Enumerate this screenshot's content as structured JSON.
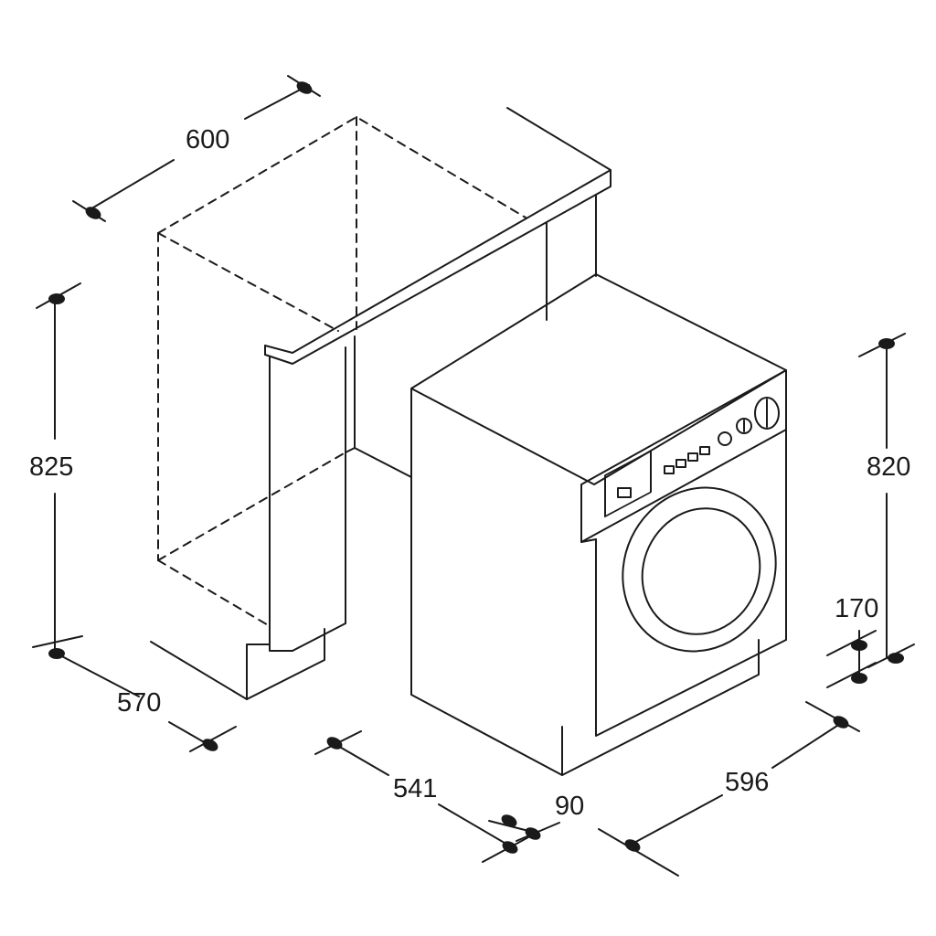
{
  "diagram": {
    "dimensions": {
      "cabinet_width": "600",
      "cabinet_height": "825",
      "cabinet_depth": "570",
      "machine_depth": "541",
      "door_depth": "90",
      "machine_width": "596",
      "machine_height": "820",
      "plinth_height": "170"
    },
    "colors": {
      "line": "#1a1a1a",
      "background": "#ffffff"
    }
  }
}
